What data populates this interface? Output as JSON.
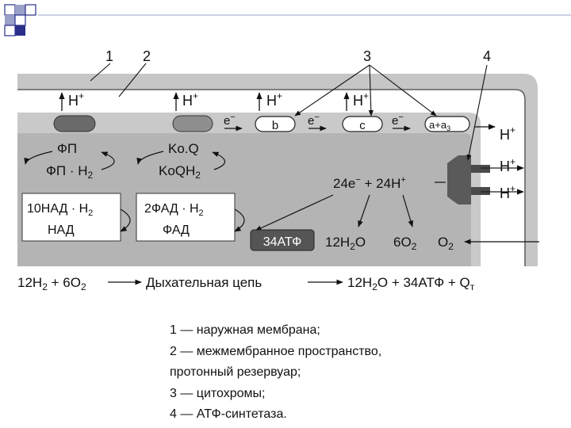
{
  "diagram": {
    "callouts": [
      "1",
      "2",
      "3",
      "4"
    ],
    "hplus": "H",
    "plus_sup": "+",
    "electron": "e",
    "minus_sup": "−",
    "cytochromes": [
      "b",
      "c",
      "a+a"
    ],
    "cyt_a3_sub": "3",
    "fp": "ФП",
    "fp_h2_main": "ФП · Н",
    "koq": "Ko.Q",
    "koqh2_main": "KoQH",
    "sub2": "2",
    "nad_h2_main": "10НАД · Н",
    "nad": "НАД",
    "fad_h2_main": "2ФАД · Н",
    "fad": "ФАД",
    "eq_24_main": "24e",
    "eq_24_rest": " + 24H",
    "atp_box": "34АТФ",
    "h2o_main": "12H",
    "h2o_rest": "O",
    "o2_6_main": "6O",
    "o2_main": "O",
    "bottom_eq": {
      "left_a": "12H",
      "left_b": " + 6O",
      "mid": "Дыхательная цепь",
      "right_a": "12H",
      "right_b": "O + 34АТФ + Q",
      "t_sub": "т"
    }
  },
  "caption": [
    "1 — наружная мембрана;",
    "2 — межмембранное пространство,",
    "протонный резервуар;",
    "3 — цитохромы;",
    "4 — АТФ-синтетаза."
  ],
  "colors": {
    "outer_band": "#c8c8c8",
    "matrix": "#b4b4b4",
    "slide_accent_dark": "#2a2f8a",
    "slide_accent_light": "#9aa0c8"
  }
}
